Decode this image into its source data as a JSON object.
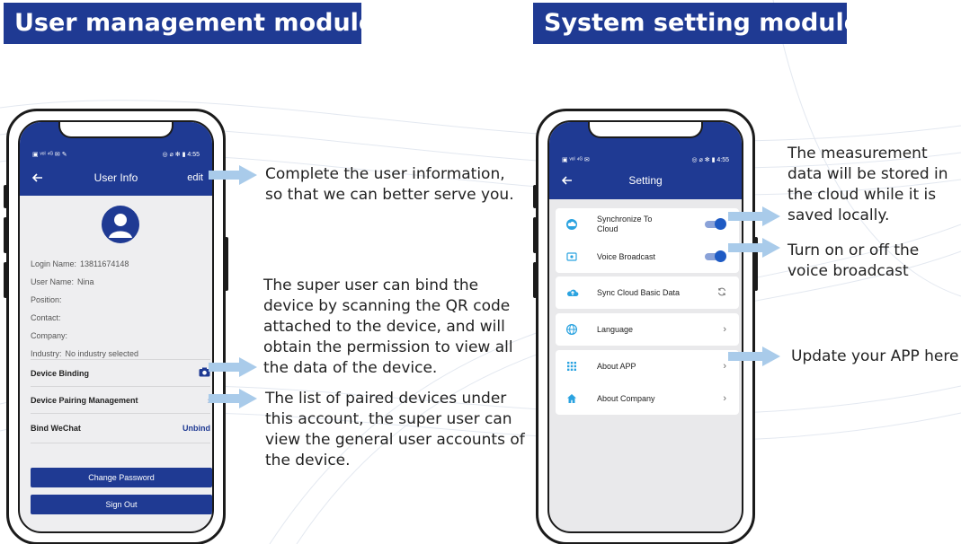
{
  "titles": {
    "user_module": "User management module",
    "system_module": "System setting module"
  },
  "user_phone": {
    "status_left": "▣ ᵛᵒˡ ⁴ᴳ ✉ ✎",
    "status_right": "◎ ⌀ ✻ ▮ 4:55",
    "back_icon": "arrow-left",
    "nav_title": "User Info",
    "edit_label": "edit",
    "fields": [
      {
        "label": "Login Name:",
        "value": "13811674148"
      },
      {
        "label": "User Name:",
        "value": "Nina"
      },
      {
        "label": "Position:",
        "value": ""
      },
      {
        "label": "Contact:",
        "value": ""
      },
      {
        "label": "Company:",
        "value": ""
      },
      {
        "label": "Industry:",
        "value": "No industry selected"
      }
    ],
    "menu": {
      "device_binding": "Device Binding",
      "device_pairing": "Device Pairing Management",
      "bind_wechat": "Bind WeChat",
      "unbind": "Unbind",
      "chevron": "›"
    },
    "buttons": {
      "change_password": "Change Password",
      "sign_out": "Sign Out"
    }
  },
  "sys_phone": {
    "status_left": "▣ ᵛᵒˡ ⁴ᴳ ✉",
    "status_right": "◎ ⌀ ✻ ▮ 4:55",
    "nav_title": "Setting",
    "items": {
      "sync_cloud": "Synchronize To Cloud",
      "voice_broadcast": "Voice Broadcast",
      "sync_basic": "Sync Cloud Basic Data",
      "language": "Language",
      "about_app": "About APP",
      "about_company": "About Company"
    },
    "chevron": "›"
  },
  "notes": {
    "complete_info": [
      "Complete the user information,",
      "so that we can better serve you."
    ],
    "super_user_bind": [
      "The super user can bind the",
      "device by scanning the QR code",
      "attached to the device, and will",
      "obtain the permission to view all",
      "the data of the device."
    ],
    "paired_list": [
      "The list of paired devices under",
      "this account, the super user can",
      "view the general user accounts of",
      "the device."
    ],
    "measurement_cloud": [
      "The measurement",
      "data will be stored in",
      "the cloud while it is",
      "saved locally."
    ],
    "voice_toggle": [
      "Turn on or off the",
      "voice broadcast"
    ],
    "update_app": [
      "Update your APP here"
    ]
  },
  "colors": {
    "brand": "#1f3a93",
    "arrow": "#a9cbea"
  }
}
